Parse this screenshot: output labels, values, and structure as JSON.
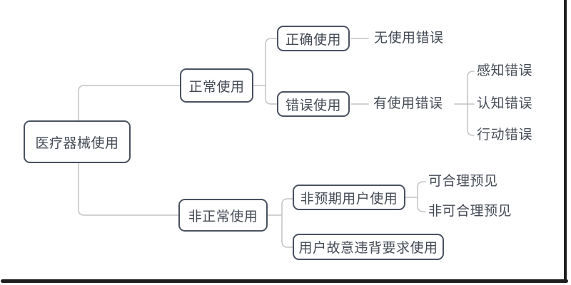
{
  "diagram": {
    "nodes": {
      "root": {
        "label": "医疗器械使用"
      },
      "normal_use": {
        "label": "正常使用"
      },
      "correct_use": {
        "label": "正确使用"
      },
      "no_use_error": {
        "label": "无使用错误"
      },
      "erroneous_use": {
        "label": "错误使用"
      },
      "has_use_error": {
        "label": "有使用错误"
      },
      "perception_error": {
        "label": "感知错误"
      },
      "cognition_error": {
        "label": "认知错误"
      },
      "action_error": {
        "label": "行动错误"
      },
      "abnormal_use": {
        "label": "非正常使用"
      },
      "unintended_user_use": {
        "label": "非预期用户使用"
      },
      "reasonably_foreseeable": {
        "label": "可合理预见"
      },
      "not_reasonably_foreseeable": {
        "label": "非可合理预见"
      },
      "intentional_violation_use": {
        "label": "用户故意违背要求使用"
      }
    },
    "edges": [
      [
        "root",
        "normal_use"
      ],
      [
        "root",
        "abnormal_use"
      ],
      [
        "normal_use",
        "correct_use"
      ],
      [
        "normal_use",
        "erroneous_use"
      ],
      [
        "correct_use",
        "no_use_error"
      ],
      [
        "erroneous_use",
        "has_use_error"
      ],
      [
        "has_use_error",
        "perception_error"
      ],
      [
        "has_use_error",
        "cognition_error"
      ],
      [
        "has_use_error",
        "action_error"
      ],
      [
        "abnormal_use",
        "unintended_user_use"
      ],
      [
        "abnormal_use",
        "intentional_violation_use"
      ],
      [
        "unintended_user_use",
        "reasonably_foreseeable"
      ],
      [
        "unintended_user_use",
        "not_reasonably_foreseeable"
      ]
    ],
    "colors": {
      "node_border": "#4a5260",
      "node_text": "#454b55",
      "connector": "#c4c4c4",
      "frame": "#1f1f1f",
      "background": "#ffffff"
    }
  }
}
